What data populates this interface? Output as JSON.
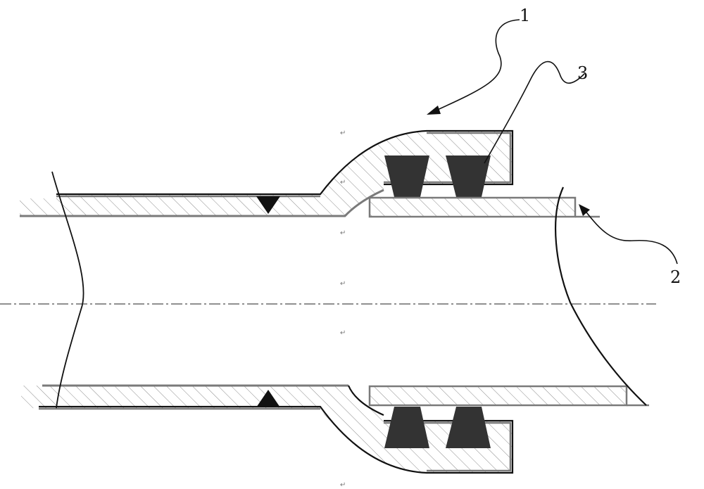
{
  "labels": {
    "part1": "1",
    "part2": "2",
    "part3": "3"
  },
  "return_mark": "↵",
  "colors": {
    "wall_outline": "#7a7a7a",
    "hatch": "#8c8c8c",
    "seal": "#333333",
    "leader": "#111111",
    "centerline": "#222222"
  }
}
